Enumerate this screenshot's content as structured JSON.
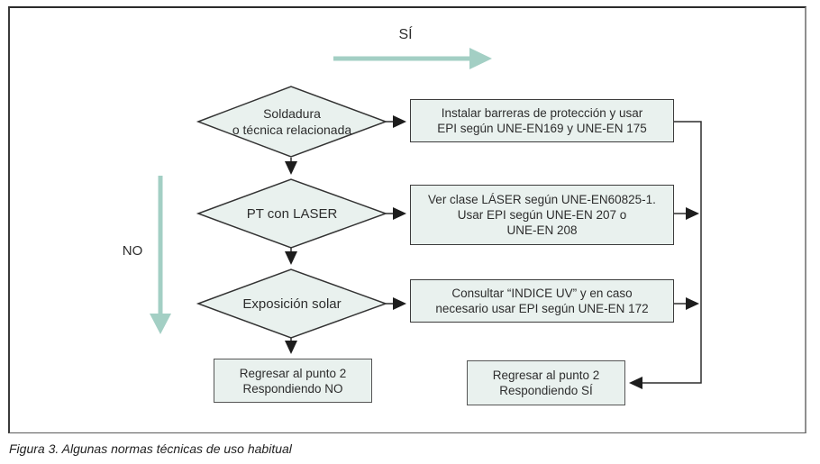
{
  "figure": {
    "caption": "Figura 3. Algunas normas técnicas de uso habitual"
  },
  "labels": {
    "yes": "SÍ",
    "no": "NO"
  },
  "diamonds": [
    {
      "name": "soldadura",
      "lines": [
        "Soldadura",
        "o técnica relacionada"
      ]
    },
    {
      "name": "pt-laser",
      "lines": [
        "PT con LASER"
      ]
    },
    {
      "name": "exposicion-solar",
      "lines": [
        "Exposición solar"
      ]
    }
  ],
  "action_boxes": [
    {
      "name": "barreras-epi",
      "lines": [
        "Instalar barreras de protección y usar",
        "EPI según UNE-EN169 y UNE-EN 175"
      ]
    },
    {
      "name": "clase-laser",
      "lines": [
        "Ver clase LÁSER según UNE-EN60825-1.",
        "Usar EPI según UNE-EN 207 o",
        "UNE-EN 208"
      ]
    },
    {
      "name": "indice-uv",
      "lines": [
        "Consultar “INDICE UV” y en caso",
        "necesario usar EPI según UNE-EN 172"
      ]
    }
  ],
  "end_boxes": [
    {
      "name": "regresar-no",
      "lines": [
        "Regresar al punto 2",
        "Respondiendo NO"
      ]
    },
    {
      "name": "regresar-si",
      "lines": [
        "Regresar al punto 2",
        "Respondiendo SÍ"
      ]
    }
  ],
  "colors": {
    "node_fill": "#e9f1ee",
    "node_border": "#333333",
    "connector": "#2d2d2d",
    "flow_arrow": "#a3cfc4",
    "text": "#2d2d2d",
    "frame_border": "#555555"
  }
}
